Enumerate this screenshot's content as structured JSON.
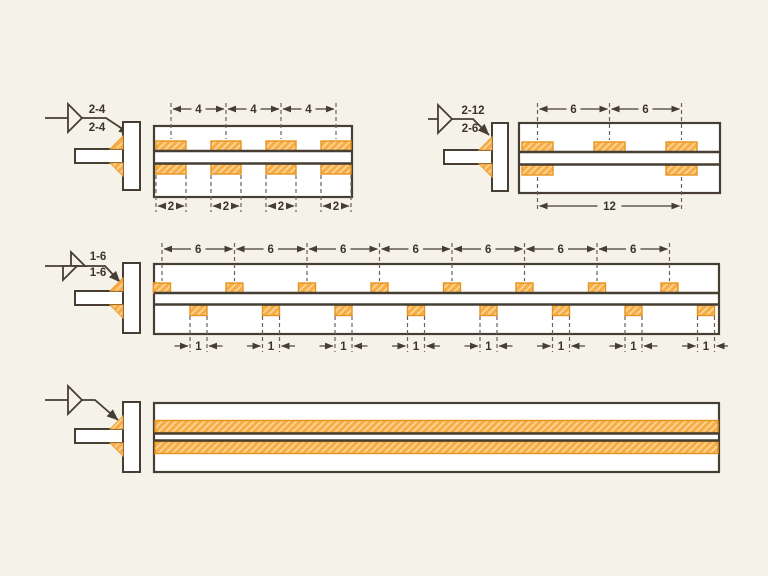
{
  "figure": {
    "description": "Four T-joint fillet weld diagrams: weld symbol, joint cross-section, and plan view with dimensions",
    "colors": {
      "background": "#f5f2ea",
      "line": "#463e32",
      "weld_fill": "#f7ad45",
      "weld_hatch": "#fcd9a2",
      "weld_border": "#e8931c",
      "dash_line": "#6b6156",
      "text": "#3c342b"
    }
  },
  "diagrams": [
    {
      "name": "chain-intermittent-fillet-2-4",
      "symbol": {
        "top_label": "2-4",
        "bottom_label": "2-4"
      },
      "top_dims": [
        "4",
        "4",
        "4"
      ],
      "bottom_dims": [
        "2",
        "2",
        "2",
        "2"
      ]
    },
    {
      "name": "chain-intermittent-fillet-2-12-2-6",
      "symbol": {
        "top_label": "2-12",
        "bottom_label": "2-6"
      },
      "top_dims": [
        "6",
        "6"
      ],
      "bottom_dims": [
        "12"
      ]
    },
    {
      "name": "staggered-intermittent-fillet-1-6",
      "symbol": {
        "top_label": "1-6",
        "bottom_label": "1-6"
      },
      "top_dims": [
        "6",
        "6",
        "6",
        "6",
        "6",
        "6",
        "6"
      ],
      "bottom_dims": [
        "1",
        "1",
        "1",
        "1",
        "1",
        "1",
        "1",
        "1"
      ]
    },
    {
      "name": "continuous-fillet-both-sides",
      "symbol": {
        "top_label": "",
        "bottom_label": ""
      },
      "top_dims": [],
      "bottom_dims": []
    }
  ]
}
